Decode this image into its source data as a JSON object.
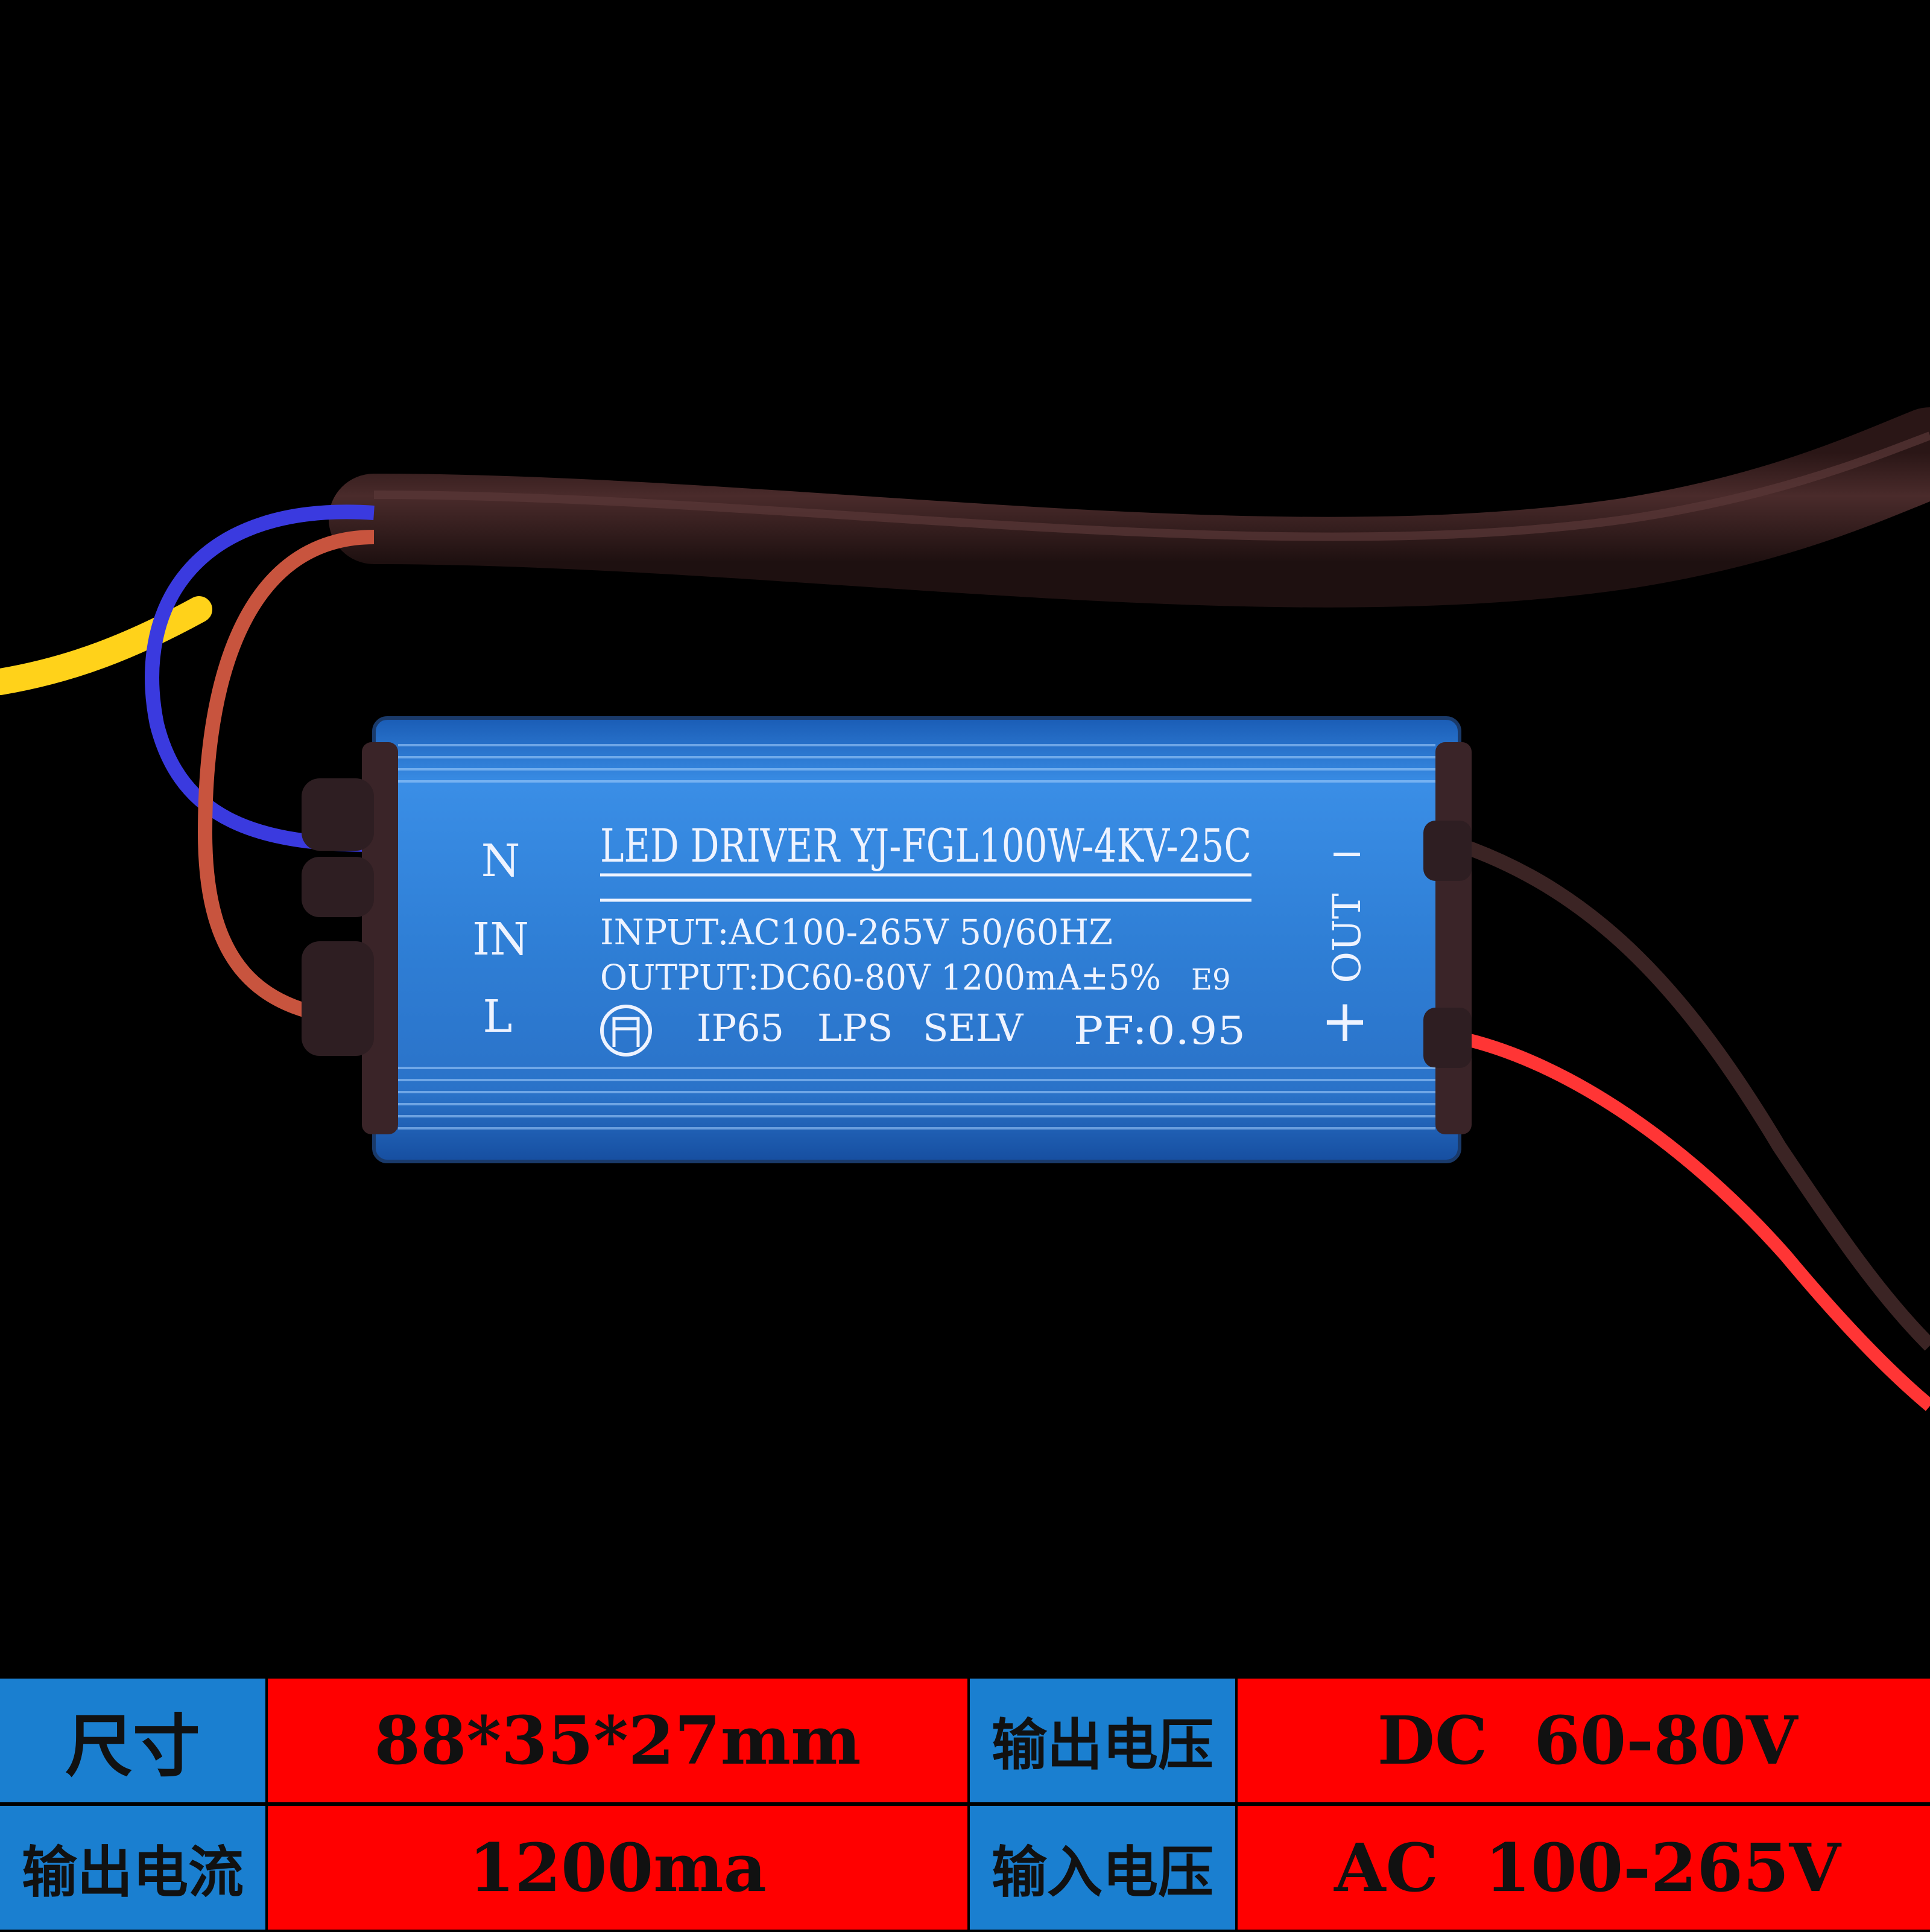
{
  "driver_label": {
    "title": "LED DRIVER YJ-FGL100W-4KV-25C",
    "input_line": "INPUT:AC100-265V 50/60HZ",
    "output_line": "OUTPUT:DC60-80V 1200mA±5%",
    "e9": "E9",
    "certs": [
      "IP65",
      "LPS",
      "SELV"
    ],
    "pf": "PF:0.95",
    "side_left": [
      "N",
      "IN",
      "L"
    ],
    "side_right": [
      "−",
      "OUT",
      "+"
    ]
  },
  "spec_table": {
    "rows": [
      {
        "key": "尺寸",
        "value": "88*35*27mm",
        "key2": "输出电压",
        "value2": "DC  60-80V"
      },
      {
        "key": "输出电流",
        "value": "1200ma",
        "key2": "输入电压",
        "value2": "AC  100-265V"
      }
    ]
  },
  "colors": {
    "background": "#000000",
    "housing": "#2f7fd6",
    "table_key": "#1a7fd0",
    "table_value": "#ff0000",
    "cable": "#3a2020",
    "wire_blue": "#3a3adf",
    "wire_yellow": "#ffd21a",
    "wire_red": "#e2463a"
  }
}
